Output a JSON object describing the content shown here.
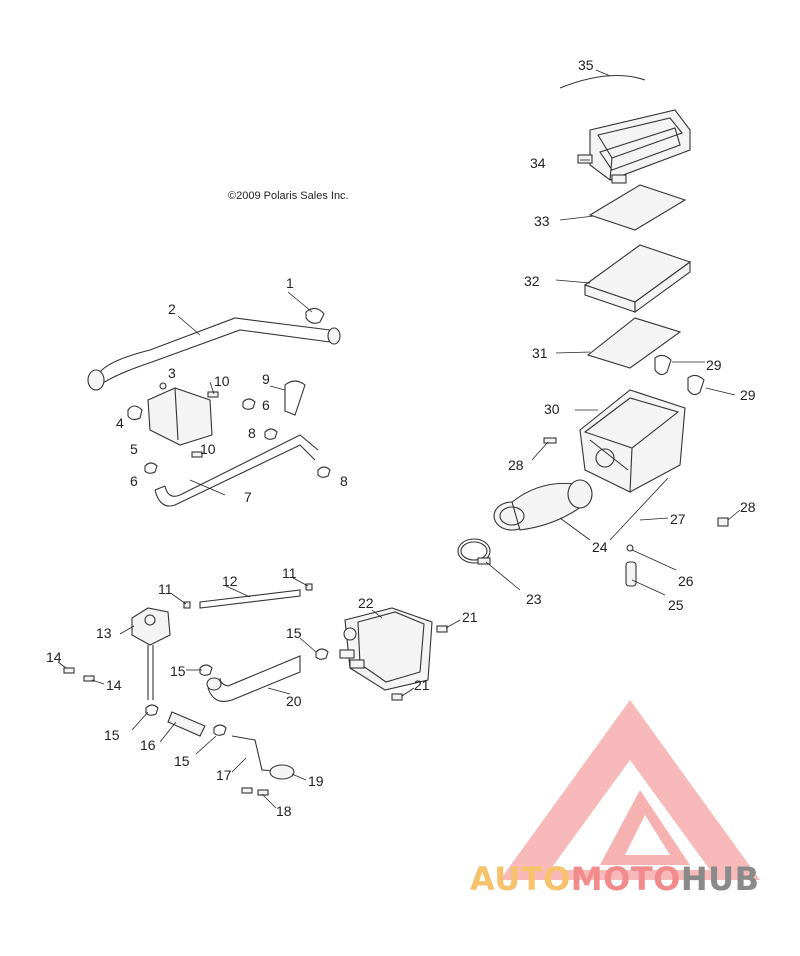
{
  "copyright": "©2009 Polaris Sales Inc.",
  "watermark": {
    "part1": "AUTO",
    "part2": "MOTO",
    "part3": "HUB"
  },
  "labels": {
    "l1": "1",
    "l2": "2",
    "l3": "3",
    "l4": "4",
    "l5": "5",
    "l6a": "6",
    "l6b": "6",
    "l7": "7",
    "l8a": "8",
    "l8b": "8",
    "l9": "9",
    "l10a": "10",
    "l10b": "10",
    "l11a": "11",
    "l11b": "11",
    "l12": "12",
    "l13": "13",
    "l14a": "14",
    "l14b": "14",
    "l15a": "15",
    "l15b": "15",
    "l15c": "15",
    "l15d": "15",
    "l16": "16",
    "l17": "17",
    "l18": "18",
    "l19": "19",
    "l20": "20",
    "l21a": "21",
    "l21b": "21",
    "l22": "22",
    "l23": "23",
    "l24": "24",
    "l25": "25",
    "l26": "26",
    "l27": "27",
    "l28a": "28",
    "l28b": "28",
    "l29a": "29",
    "l29b": "29",
    "l30": "30",
    "l31": "31",
    "l32": "32",
    "l33": "33",
    "l34": "34",
    "l35": "35"
  },
  "colors": {
    "logo_red": "#f28c8c",
    "logo_orange": "#f6c26b",
    "logo_gray": "#8a8a8a"
  }
}
